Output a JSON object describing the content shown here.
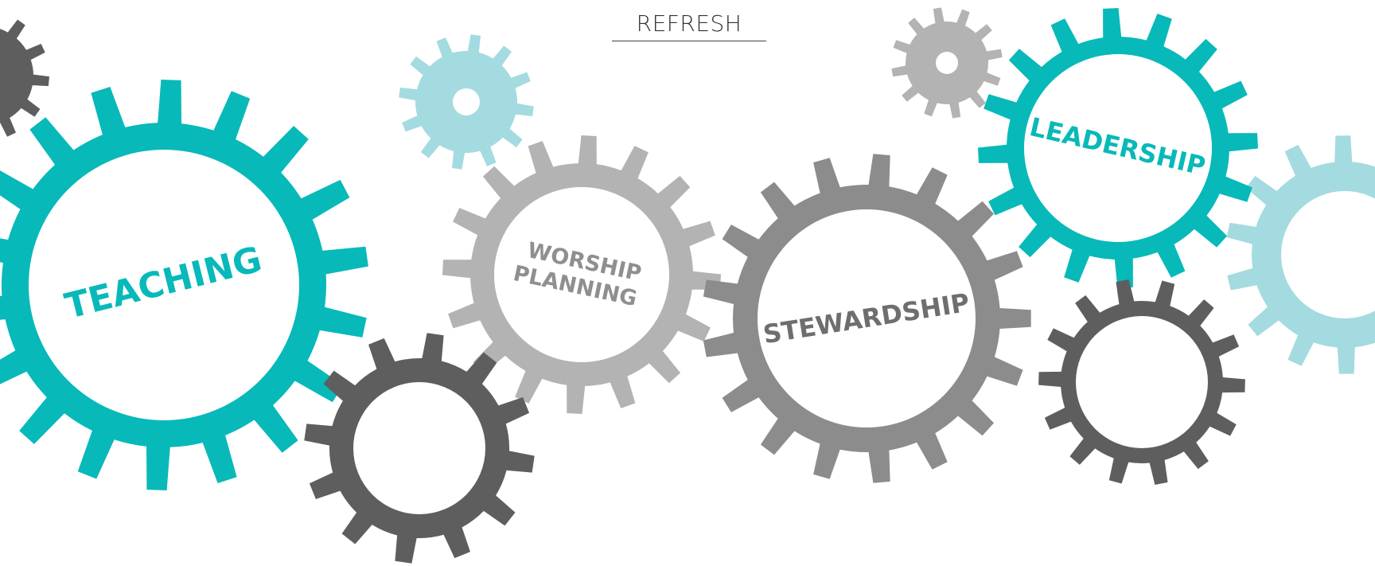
{
  "header": {
    "refresh_label": "REFRESH"
  },
  "colors": {
    "teal": "#08b9b9",
    "light_teal": "#a4dbe0",
    "dark_gray": "#5e5e5e",
    "medium_gray": "#8c8c8c",
    "light_gray": "#b3b3b3",
    "background": "#ffffff"
  },
  "gears": {
    "teaching": {
      "label": "TEACHING",
      "color": "teal"
    },
    "worship": {
      "label_line1": "WORSHIP",
      "label_line2": "PLANNING",
      "color": "light_gray"
    },
    "stewardship": {
      "label": "STEWARDSHIP",
      "color": "medium_gray"
    },
    "leadership": {
      "label": "LEADERSHIP",
      "color": "teal"
    },
    "decorative": [
      {
        "name": "gear-dark-top-left",
        "color": "dark_gray"
      },
      {
        "name": "gear-light-teal-small",
        "color": "light_teal"
      },
      {
        "name": "gear-light-gray-small",
        "color": "light_gray"
      },
      {
        "name": "gear-dark-bottom-center",
        "color": "dark_gray"
      },
      {
        "name": "gear-dark-bottom-right",
        "color": "dark_gray"
      },
      {
        "name": "gear-light-teal-right",
        "color": "light_teal"
      }
    ]
  }
}
